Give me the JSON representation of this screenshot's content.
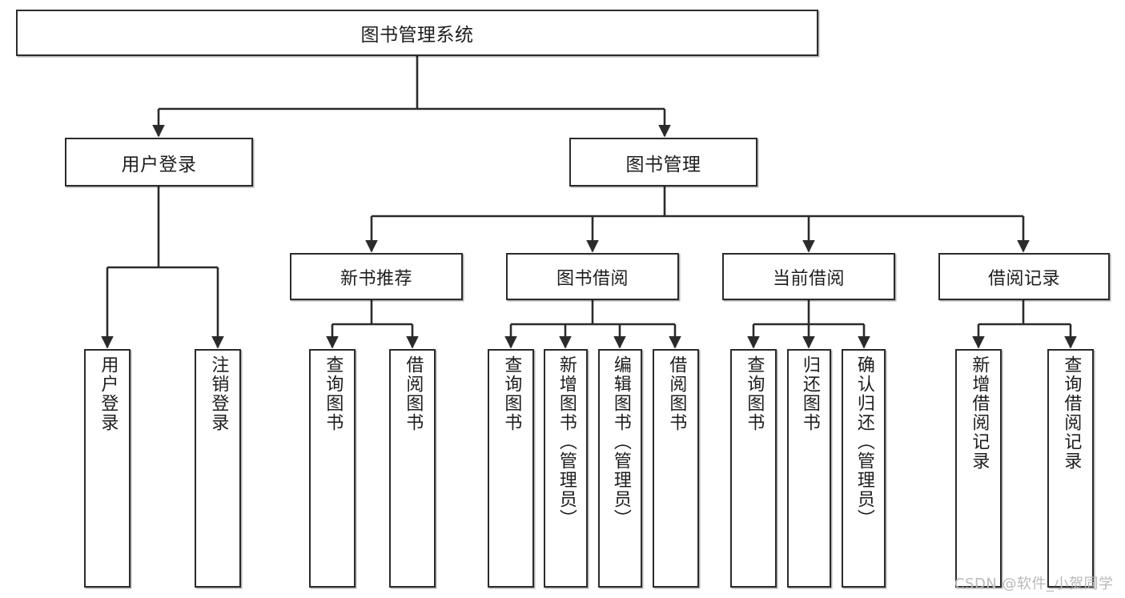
{
  "diagram": {
    "title": "图书管理系统",
    "type": "tree-hierarchy-chart",
    "root": {
      "label": "图书管理系统"
    },
    "level2": [
      {
        "label": "用户登录"
      },
      {
        "label": "图书管理"
      }
    ],
    "level3": [
      {
        "label": "新书推荐"
      },
      {
        "label": "图书借阅"
      },
      {
        "label": "当前借阅"
      },
      {
        "label": "借阅记录"
      }
    ],
    "leaves": {
      "user_login": [
        {
          "label": "用户登录"
        },
        {
          "label": "注销登录"
        }
      ],
      "new_book_recommend": [
        {
          "label": "查询图书"
        },
        {
          "label": "借阅图书"
        }
      ],
      "book_borrow": [
        {
          "label": "查询图书"
        },
        {
          "label": "新增图书（管理员）"
        },
        {
          "label": "编辑图书（管理员）"
        },
        {
          "label": "借阅图书"
        }
      ],
      "current_borrow": [
        {
          "label": "查询图书"
        },
        {
          "label": "归还图书"
        },
        {
          "label": "确认归还（管理员）"
        }
      ],
      "borrow_record": [
        {
          "label": "新增借阅记录"
        },
        {
          "label": "查询借阅记录"
        }
      ]
    }
  },
  "watermark": {
    "text": "CSDN @软件_小贺同学"
  },
  "colors": {
    "border": "#2b2b2b",
    "background": "#ffffff",
    "text": "#1d1d1d",
    "watermark": "#b9b9b9"
  }
}
